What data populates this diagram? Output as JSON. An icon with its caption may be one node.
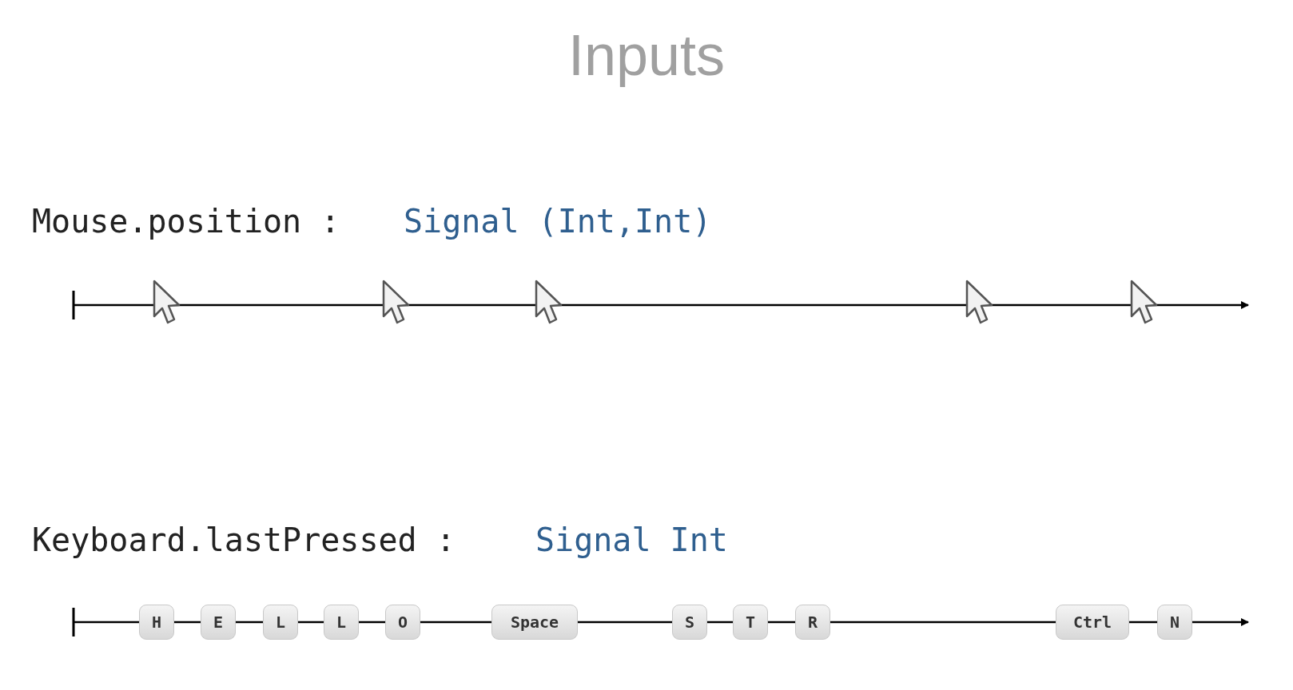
{
  "diagram": {
    "title": "Inputs",
    "nodes": [
      {
        "text": [
          "H"
        ]
      },
      {
        "text": [
          "E"
        ]
      },
      {
        "text": [
          "L"
        ]
      },
      {
        "text": [
          "L"
        ]
      },
      {
        "text": [
          "O"
        ]
      },
      {
        "text": [
          "Space"
        ]
      },
      {
        "text": [
          "S"
        ]
      },
      {
        "text": [
          "T"
        ]
      },
      {
        "text": [
          "R"
        ]
      },
      {
        "text": [
          "Ctrl"
        ]
      },
      {
        "text": [
          "N"
        ]
      }
    ],
    "labels": [
      "Mouse.position :",
      "Signal (Int,Int)",
      "Keyboard.lastPressed :",
      "Signal Int"
    ]
  }
}
